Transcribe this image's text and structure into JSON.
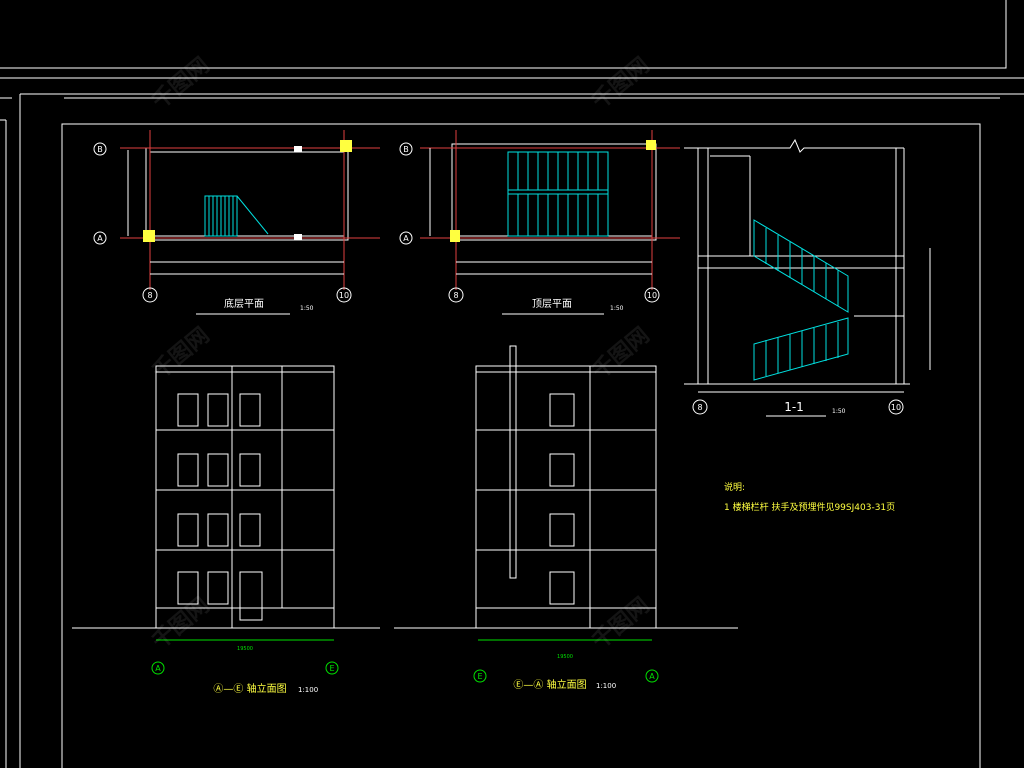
{
  "drawing": {
    "colors": {
      "background": "#000000",
      "line": "#ffffff",
      "grid_axis": "#00e000",
      "stair": "#00e0e0",
      "note": "#ffff40",
      "dimension": "#e04040"
    },
    "plan_ground": {
      "title": "底层平面",
      "scale": "1:50",
      "axis_left": "8",
      "axis_right": "10",
      "axis_top": "B",
      "axis_bottom": "A"
    },
    "plan_top": {
      "title": "顶层平面",
      "scale": "1:50",
      "axis_left": "8",
      "axis_right": "10",
      "axis_top": "B",
      "axis_bottom": "A"
    },
    "section": {
      "title": "1-1",
      "scale": "1:50",
      "axis_left": "8",
      "axis_right": "10"
    },
    "elevation_left": {
      "title": "Ⓐ—Ⓔ 轴立面图",
      "scale": "1:100",
      "axis_left": "A",
      "axis_right": "E",
      "dim_total": "19500"
    },
    "elevation_right": {
      "title": "Ⓔ—Ⓐ 轴立面图",
      "scale": "1:100",
      "axis_left": "E",
      "axis_right": "A",
      "dim_total": "19500"
    },
    "notes": {
      "heading": "说明:",
      "line1": "1 楼梯栏杆 扶手及预埋件见99SJ403-31页"
    },
    "watermark": "千图网"
  }
}
